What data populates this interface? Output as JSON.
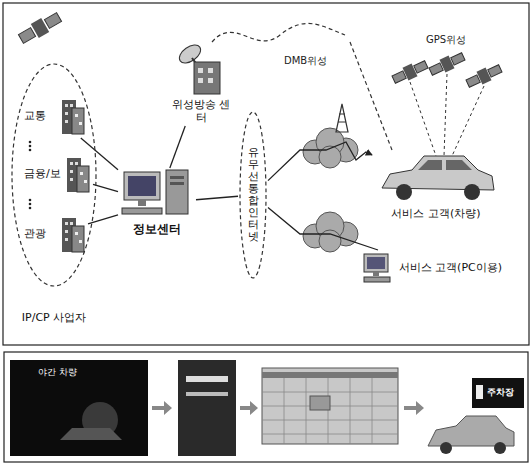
{
  "diagram": {
    "nodes": [
      {
        "text": [
          "IP/CP 사업자"
        ]
      },
      {
        "text": [
          "교통"
        ],
        "in": 0
      },
      {
        "text": [
          "금융/보"
        ],
        "in": 0
      },
      {
        "text": [
          "관광"
        ],
        "in": 0
      },
      {
        "text": [
          "위성방송 센터"
        ]
      },
      {
        "text": [
          "정보센터"
        ]
      },
      {
        "text": [
          "유무선통합 인터넷"
        ]
      },
      {
        "text": [
          "서비스 고객(차량)"
        ]
      },
      {
        "text": [
          "서비스 고객(PC이용)"
        ]
      }
    ],
    "edges": [
      {
        "from": 1,
        "to": 5,
        "arrow": "none"
      },
      {
        "from": 2,
        "to": 5,
        "arrow": "none"
      },
      {
        "from": 3,
        "to": 5,
        "arrow": "none"
      },
      {
        "from": 5,
        "to": 4,
        "arrow": "none"
      },
      {
        "from": 5,
        "to": 6,
        "arrow": "none"
      },
      {
        "from": 6,
        "to": 7,
        "arrow": "to"
      },
      {
        "from": 6,
        "to": 8,
        "arrow": "none"
      }
    ],
    "labels": [
      "DMB위성",
      "GPS위성",
      "야간 차량",
      "주차장"
    ]
  }
}
